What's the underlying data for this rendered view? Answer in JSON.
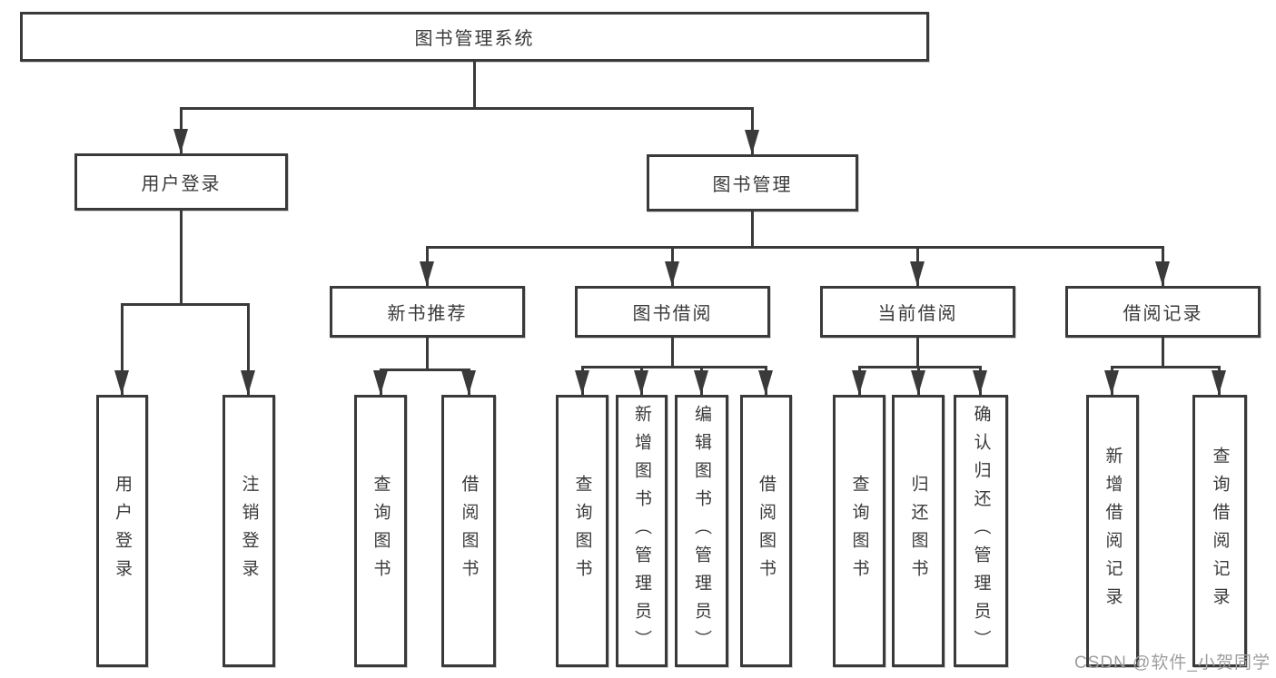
{
  "tree": {
    "root": {
      "label": "图书管理系统"
    },
    "branches": [
      {
        "label": "用户登录",
        "children": [
          {
            "label": "用户登录"
          },
          {
            "label": "注销登录"
          }
        ]
      },
      {
        "label": "图书管理",
        "children": [
          {
            "label": "新书推荐",
            "children": [
              {
                "label": "查询图书"
              },
              {
                "label": "借阅图书"
              }
            ]
          },
          {
            "label": "图书借阅",
            "children": [
              {
                "label": "查询图书"
              },
              {
                "label": "新增图书（管理员）"
              },
              {
                "label": "编辑图书（管理员）"
              },
              {
                "label": "借阅图书"
              }
            ]
          },
          {
            "label": "当前借阅",
            "children": [
              {
                "label": "查询图书"
              },
              {
                "label": "归还图书"
              },
              {
                "label": "确认归还（管理员）"
              }
            ]
          },
          {
            "label": "借阅记录",
            "children": [
              {
                "label": "新增借阅记录"
              },
              {
                "label": "查询借阅记录"
              }
            ]
          }
        ]
      }
    ]
  },
  "watermark": {
    "text": "CSDN @软件_小贺同学"
  },
  "colors": {
    "line": "#3a3a3a",
    "text": "#3a3a3a",
    "watermark": "#9e9e9e",
    "background": "#ffffff"
  }
}
